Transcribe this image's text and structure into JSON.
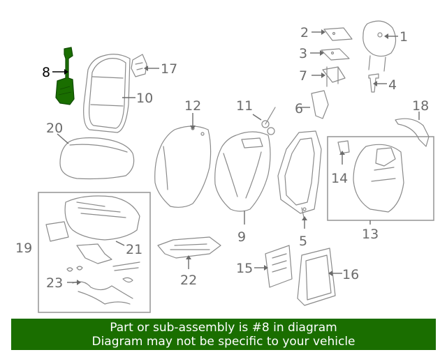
{
  "banner": {
    "line1": "Part or sub-assembly is #8 in diagram",
    "line2": "Diagram may not be specific to your vehicle"
  },
  "callouts": [
    "1",
    "2",
    "3",
    "4",
    "6",
    "7",
    "8",
    "10",
    "11",
    "12",
    "13",
    "14",
    "15",
    "16",
    "17",
    "18",
    "19",
    "20",
    "21",
    "22",
    "23",
    "9",
    "5"
  ],
  "highlight_part": "8",
  "colors": {
    "highlight": "#1a6e00",
    "line": "#8a8a8a",
    "label": "#6b6b6b"
  }
}
